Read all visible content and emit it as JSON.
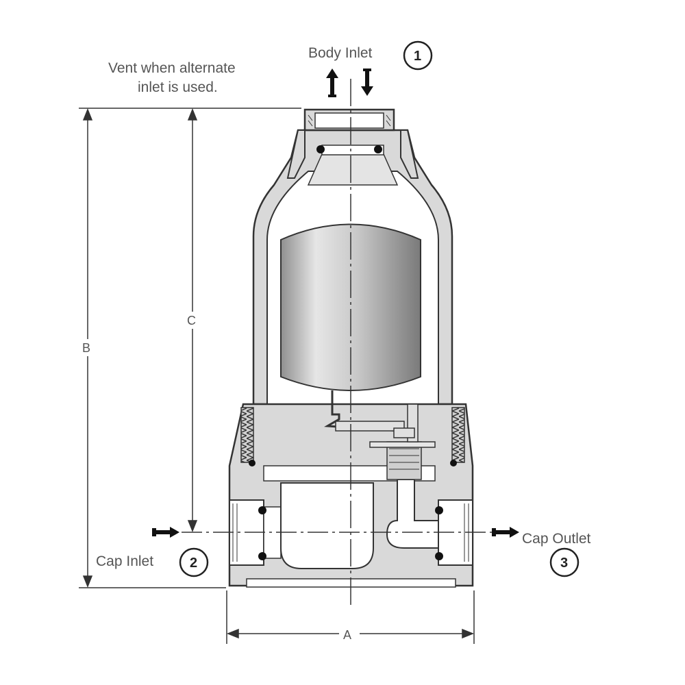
{
  "labels": {
    "body_inlet": "Body Inlet",
    "vent_line1": "Vent when alternate",
    "vent_line2": "inlet is used.",
    "cap_inlet": "Cap Inlet",
    "cap_outlet": "Cap Outlet"
  },
  "callouts": {
    "n1": "1",
    "n2": "2",
    "n3": "3"
  },
  "dimensions": {
    "a": "A",
    "b": "B",
    "c": "C"
  },
  "colors": {
    "metal_fill": "#d9d9d9",
    "metal_stroke": "#333333",
    "float_fill": "#bdbdbd",
    "line": "#333333",
    "text": "#555555"
  }
}
